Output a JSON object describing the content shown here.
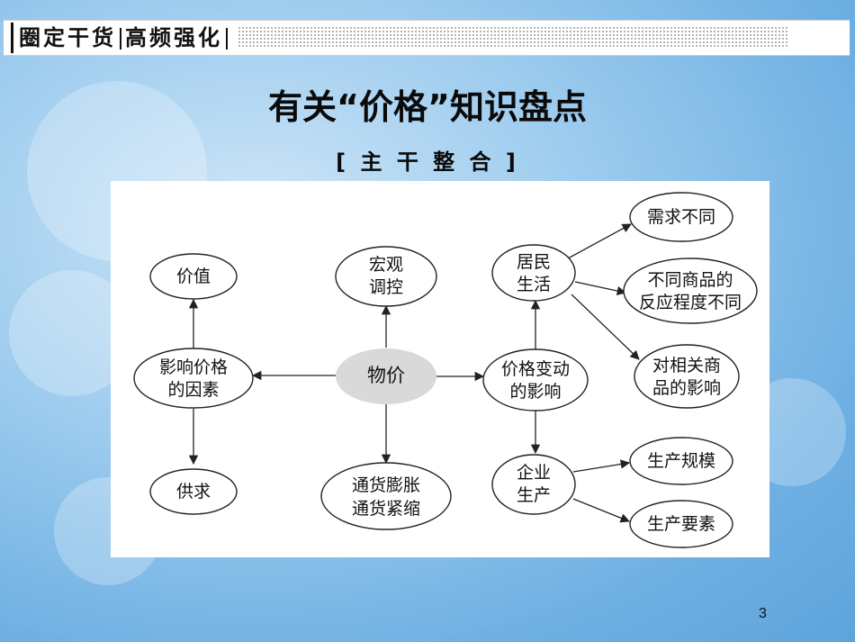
{
  "header": {
    "left_label": "圈定干货",
    "right_label": "高频强化"
  },
  "slide": {
    "title": "有关“价格”知识盘点",
    "subtitle": "[ 主 干 整 合 ]"
  },
  "diagram": {
    "center": "物价",
    "factors": {
      "line1": "影响价格",
      "line2": "的因素"
    },
    "value": "价值",
    "supply_demand": "供求",
    "macro": {
      "line1": "宏观",
      "line2": "调控"
    },
    "inflation": {
      "line1": "通货膨胀",
      "line2": "通货紧缩"
    },
    "change_effect": {
      "line1": "价格变动",
      "line2": "的影响"
    },
    "residents": {
      "line1": "居民",
      "line2": "生活"
    },
    "enterprise": {
      "line1": "企业",
      "line2": "生产"
    },
    "demand_diff": "需求不同",
    "reaction_diff": {
      "line1": "不同商品的",
      "line2": "反应程度不同"
    },
    "related_goods": {
      "line1": "对相关商",
      "line2": "品的影响"
    },
    "scale": "生产规模",
    "factors_prod": "生产要素"
  },
  "page_number": "3",
  "colors": {
    "center_fill": "#d9d9d9",
    "stroke": "#222222"
  }
}
